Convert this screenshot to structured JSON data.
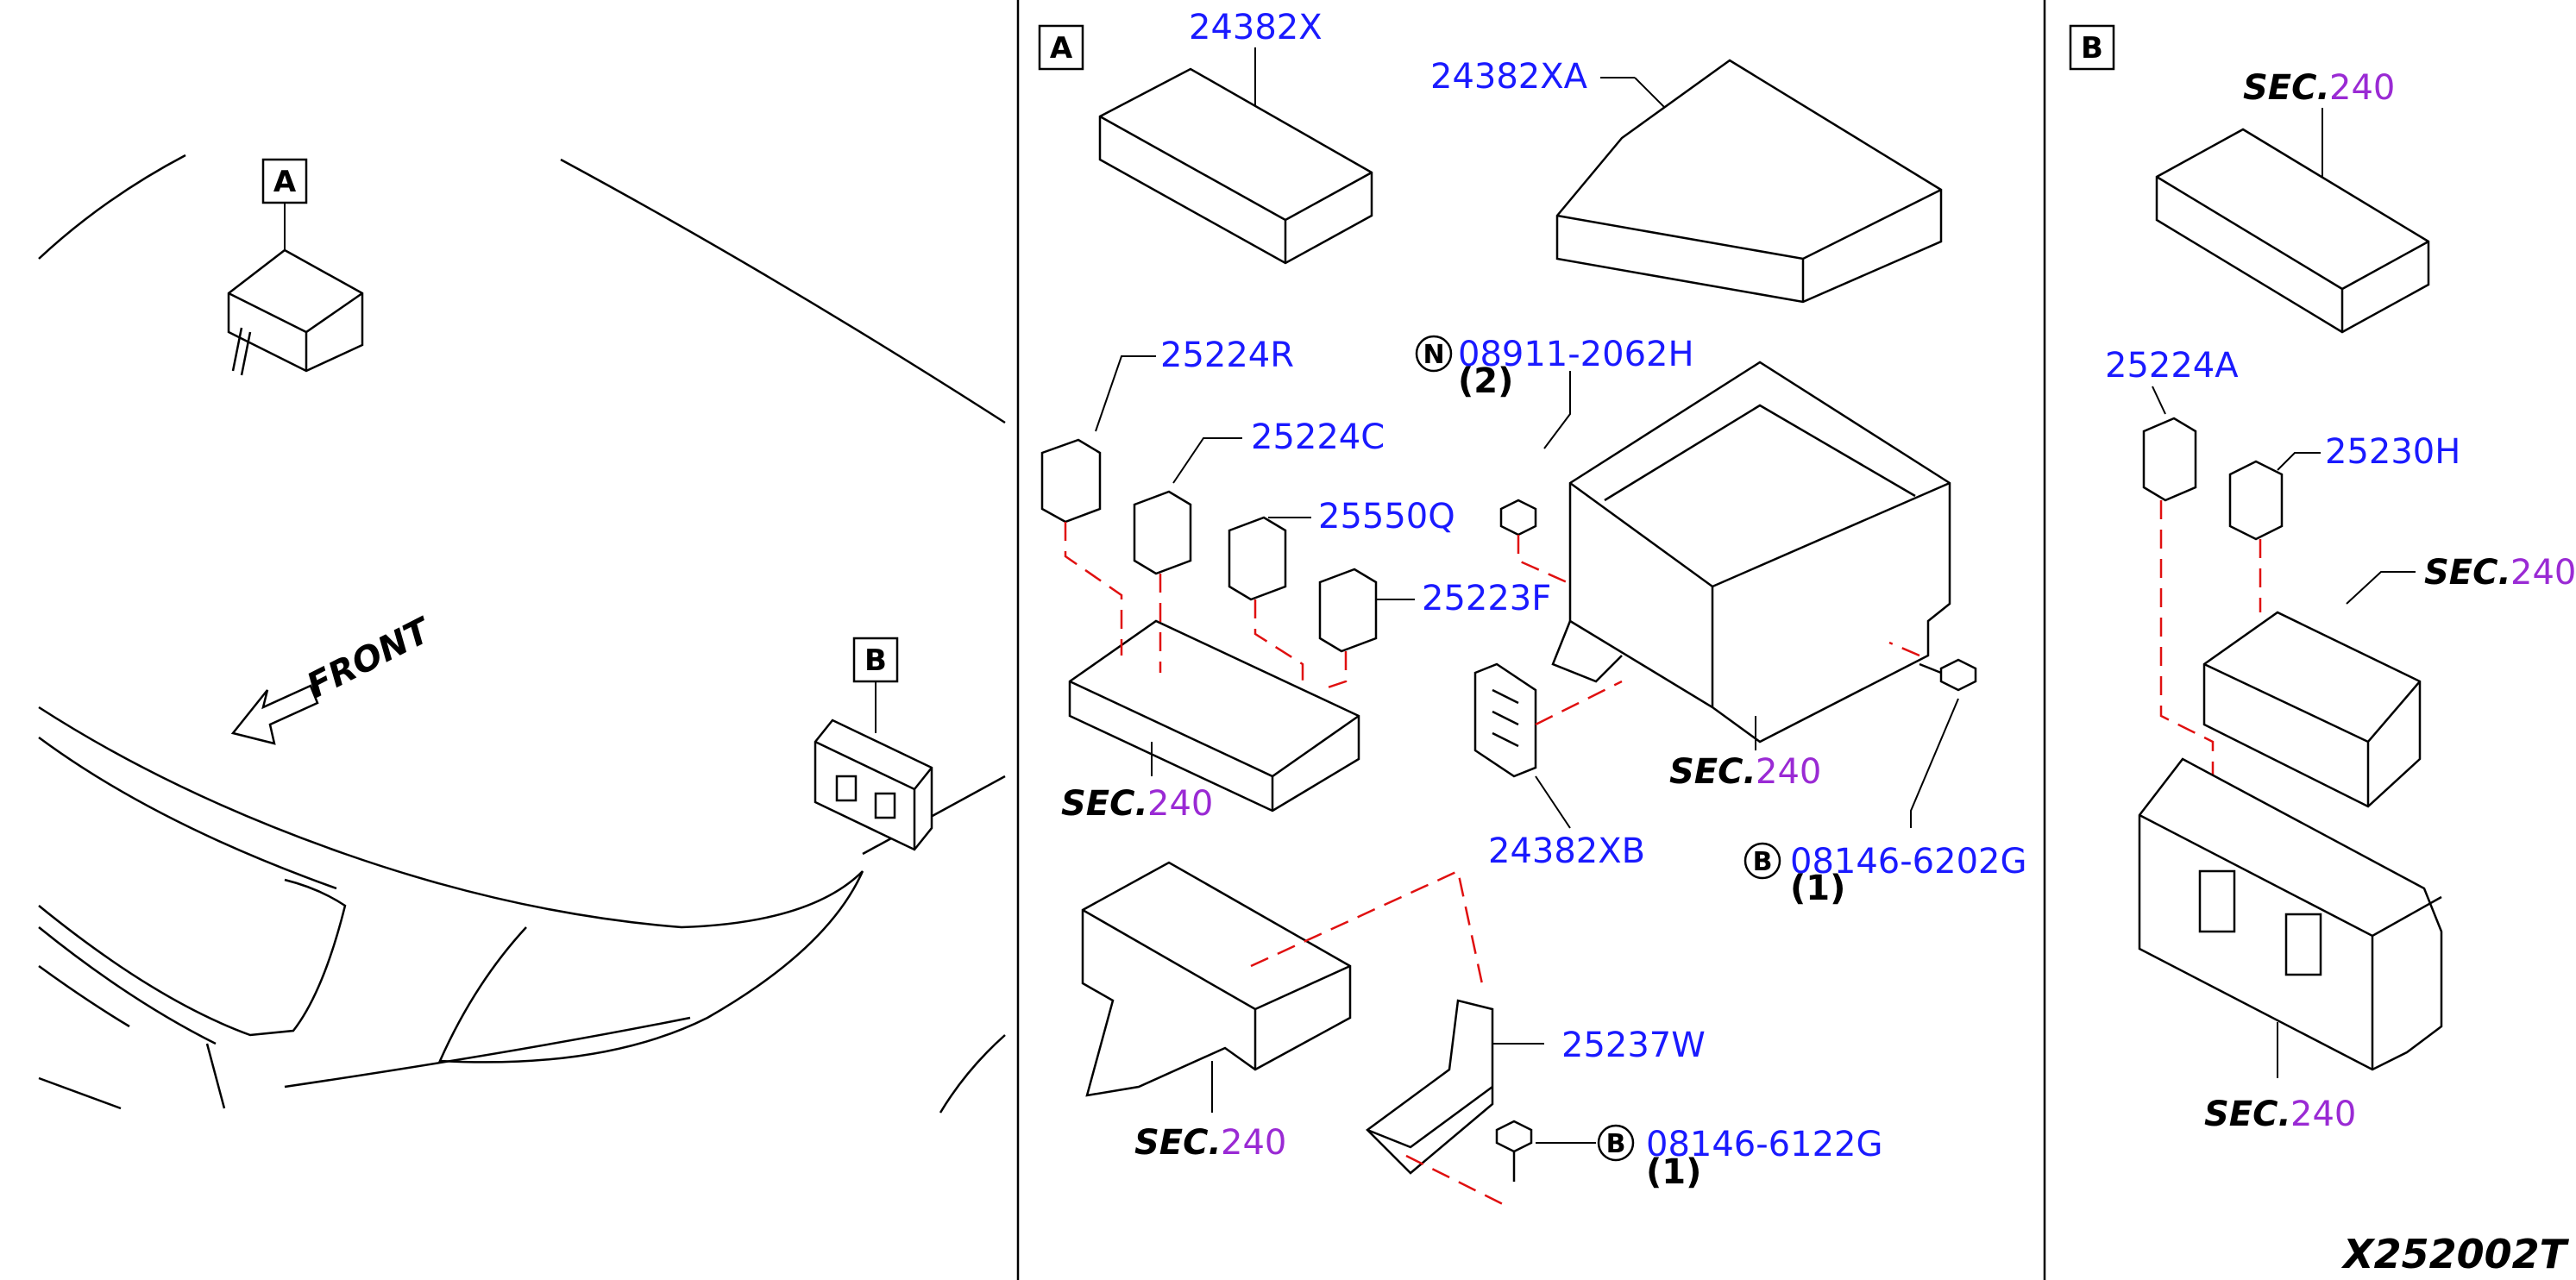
{
  "panel_a_label": "A",
  "panel_b_label": "B",
  "overview": {
    "callout_a": "A",
    "callout_b": "B",
    "front_label": "FRONT"
  },
  "parts_a": {
    "p24382X": "24382X",
    "p24382XA": "24382XA",
    "p25224R": "25224R",
    "p25224C": "25224C",
    "p25550Q": "25550Q",
    "p25223F": "25223F",
    "p24382XB": "24382XB",
    "p25237W": "25237W",
    "nut_symbol": "N",
    "nut_part": "08911-2062H",
    "nut_qty": "(2)",
    "bolt1_symbol": "B",
    "bolt1_part": "08146-6202G",
    "bolt1_qty": "(1)",
    "bolt2_symbol": "B",
    "bolt2_part": "08146-6122G",
    "bolt2_qty": "(1)",
    "sec_prefix": "SEC.",
    "sec_num": "240"
  },
  "parts_b": {
    "p25224A": "25224A",
    "p25230H": "25230H",
    "sec_prefix": "SEC.",
    "sec_num": "240"
  },
  "diagram_code": "X252002T",
  "colors": {
    "part_number": "#1a1aff",
    "section_number": "#9a2ad4",
    "dash_line": "#e01010"
  }
}
